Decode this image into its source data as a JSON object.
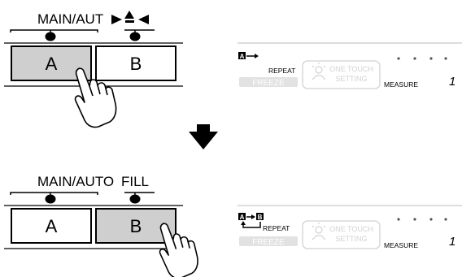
{
  "top": {
    "main_label": "MAIN/AUT",
    "button_a": "A",
    "button_b": "B",
    "lcd": {
      "mode_glyph_a": "A",
      "repeat": "REPEAT",
      "freeze": "FREEZE",
      "one_touch_line1": "ONE TOUCH",
      "one_touch_line2": "SETTING",
      "measure": "MEASURE",
      "measure_value": "1"
    }
  },
  "bottom": {
    "main_label": "MAIN/AUTO",
    "fill_label": "FILL",
    "button_a": "A",
    "button_b": "B",
    "lcd": {
      "mode_glyph_a": "A",
      "mode_glyph_b": "B",
      "repeat": "REPEAT",
      "freeze": "FREEZE",
      "one_touch_line1": "ONE TOUCH",
      "one_touch_line2": "SETTING",
      "measure": "MEASURE",
      "measure_value": "1"
    }
  },
  "colors": {
    "pressed_button": "#cfcfcf",
    "released_button": "#ffffff",
    "ghost_text": "#d2d2d2",
    "line": "#000000"
  },
  "icons": [
    "hand-pointer-icon",
    "down-arrow-icon",
    "blink-arrow-icon",
    "light-bulb-icon"
  ]
}
